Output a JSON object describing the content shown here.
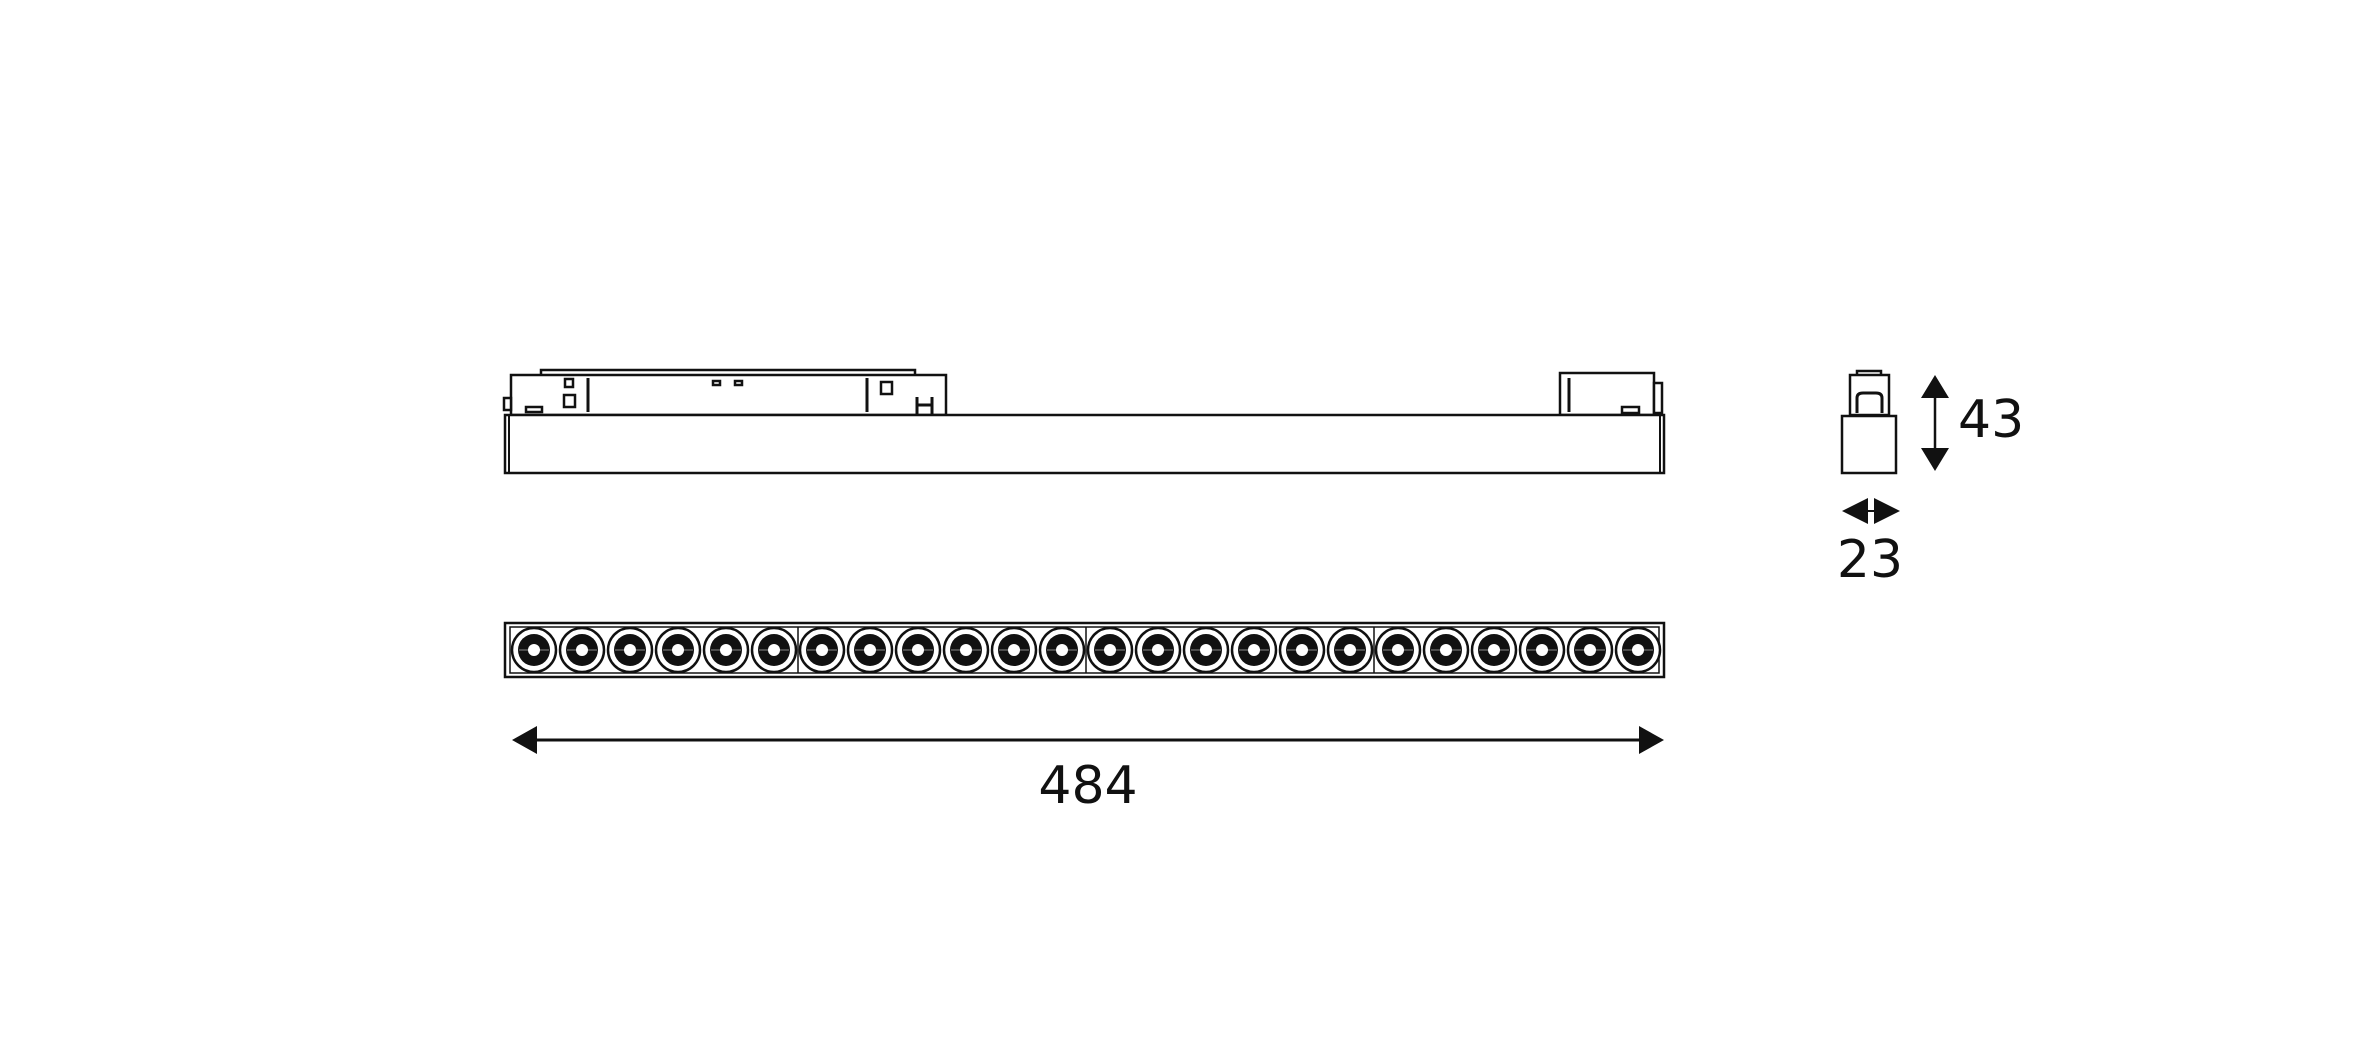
{
  "colors": {
    "line": "#111111",
    "background": "#ffffff"
  },
  "drawing": {
    "lens_count": 24,
    "lens_groups": 4,
    "dimensions": {
      "length": "484",
      "height": "43",
      "width": "23"
    }
  }
}
